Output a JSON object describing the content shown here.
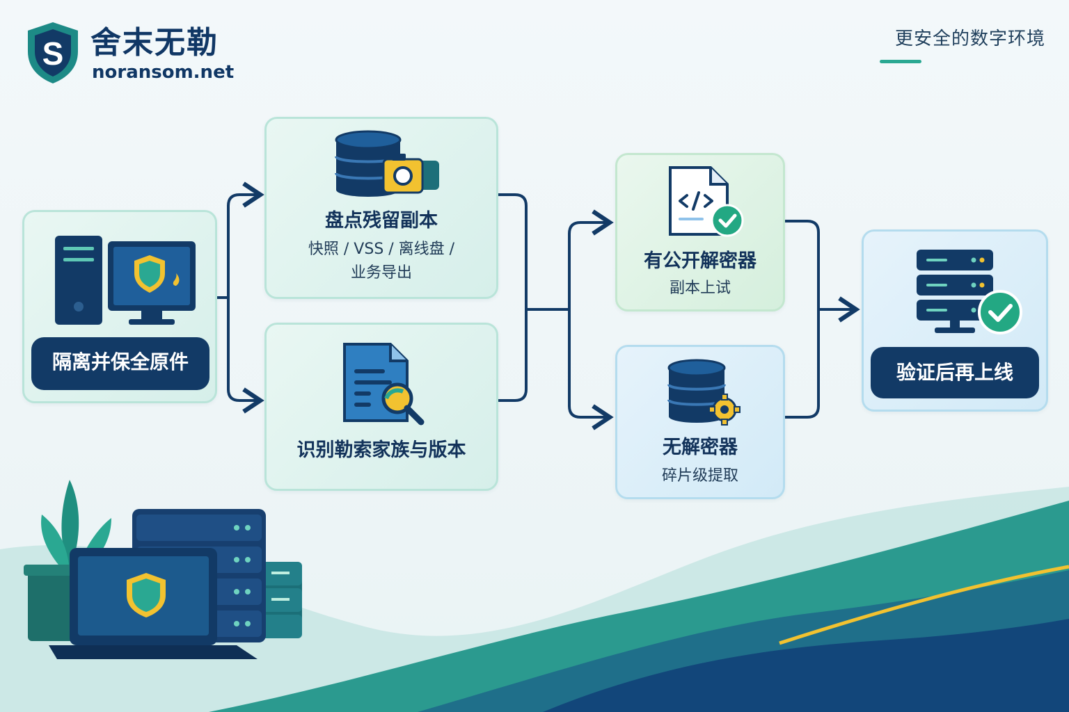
{
  "brand": {
    "name": "舍末无勒",
    "domain": "noransom.net"
  },
  "tagline": "更安全的数字环境",
  "steps": {
    "isolate": {
      "label": "隔离并保全原件"
    },
    "inventory": {
      "title": "盘点残留副本",
      "subtitle_line1": "快照 / VSS / 离线盘 /",
      "subtitle_line2": "业务导出"
    },
    "identify": {
      "title": "识别勒索家族与版本"
    },
    "public_decryptor": {
      "title": "有公开解密器",
      "subtitle": "副本上试"
    },
    "no_decryptor": {
      "title": "无解密器",
      "subtitle": "碎片级提取"
    },
    "verify": {
      "label": "验证后再上线"
    }
  },
  "icons": {
    "logo": "shield-s-logo-icon",
    "isolate": "computer-shield-icon",
    "inventory": "database-camera-icon",
    "identify": "document-search-icon",
    "public_decryptor": "code-file-check-icon",
    "no_decryptor": "database-gear-icon",
    "verify": "server-check-icon"
  },
  "colors": {
    "navy": "#123a66",
    "teal": "#2aa892",
    "accent_yellow": "#f2c230",
    "check_green": "#23a883"
  }
}
